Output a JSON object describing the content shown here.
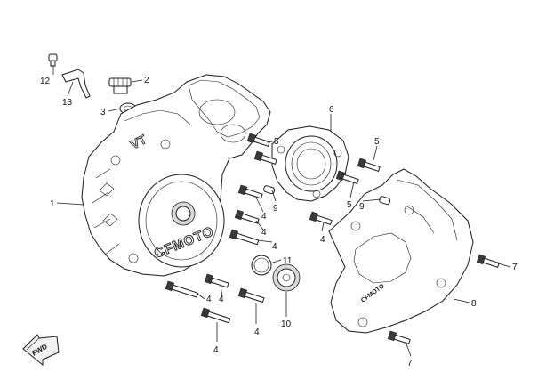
{
  "diagram": {
    "callouts": [
      {
        "id": "c1",
        "label": "1"
      },
      {
        "id": "c2",
        "label": "2"
      },
      {
        "id": "c3",
        "label": "3"
      },
      {
        "id": "c4a",
        "label": "4"
      },
      {
        "id": "c4b",
        "label": "4"
      },
      {
        "id": "c4c",
        "label": "4"
      },
      {
        "id": "c4d",
        "label": "4"
      },
      {
        "id": "c4e",
        "label": "4"
      },
      {
        "id": "c4f",
        "label": "4"
      },
      {
        "id": "c4g",
        "label": "4"
      },
      {
        "id": "c4h",
        "label": "4"
      },
      {
        "id": "c5a",
        "label": "5"
      },
      {
        "id": "c5b",
        "label": "5"
      },
      {
        "id": "c5c",
        "label": "5"
      },
      {
        "id": "c6",
        "label": "6"
      },
      {
        "id": "c7a",
        "label": "7"
      },
      {
        "id": "c7b",
        "label": "7"
      },
      {
        "id": "c8",
        "label": "8"
      },
      {
        "id": "c9a",
        "label": "9"
      },
      {
        "id": "c9b",
        "label": "9"
      },
      {
        "id": "c10",
        "label": "10"
      },
      {
        "id": "c11",
        "label": "11"
      },
      {
        "id": "c12",
        "label": "12"
      },
      {
        "id": "c13",
        "label": "13"
      }
    ],
    "cover_logo_text": "CFMOTO",
    "cover_side_text": "VT",
    "sprocket_cover_logo_text": "CFMOTO",
    "direction_arrow_text": "FWD"
  }
}
